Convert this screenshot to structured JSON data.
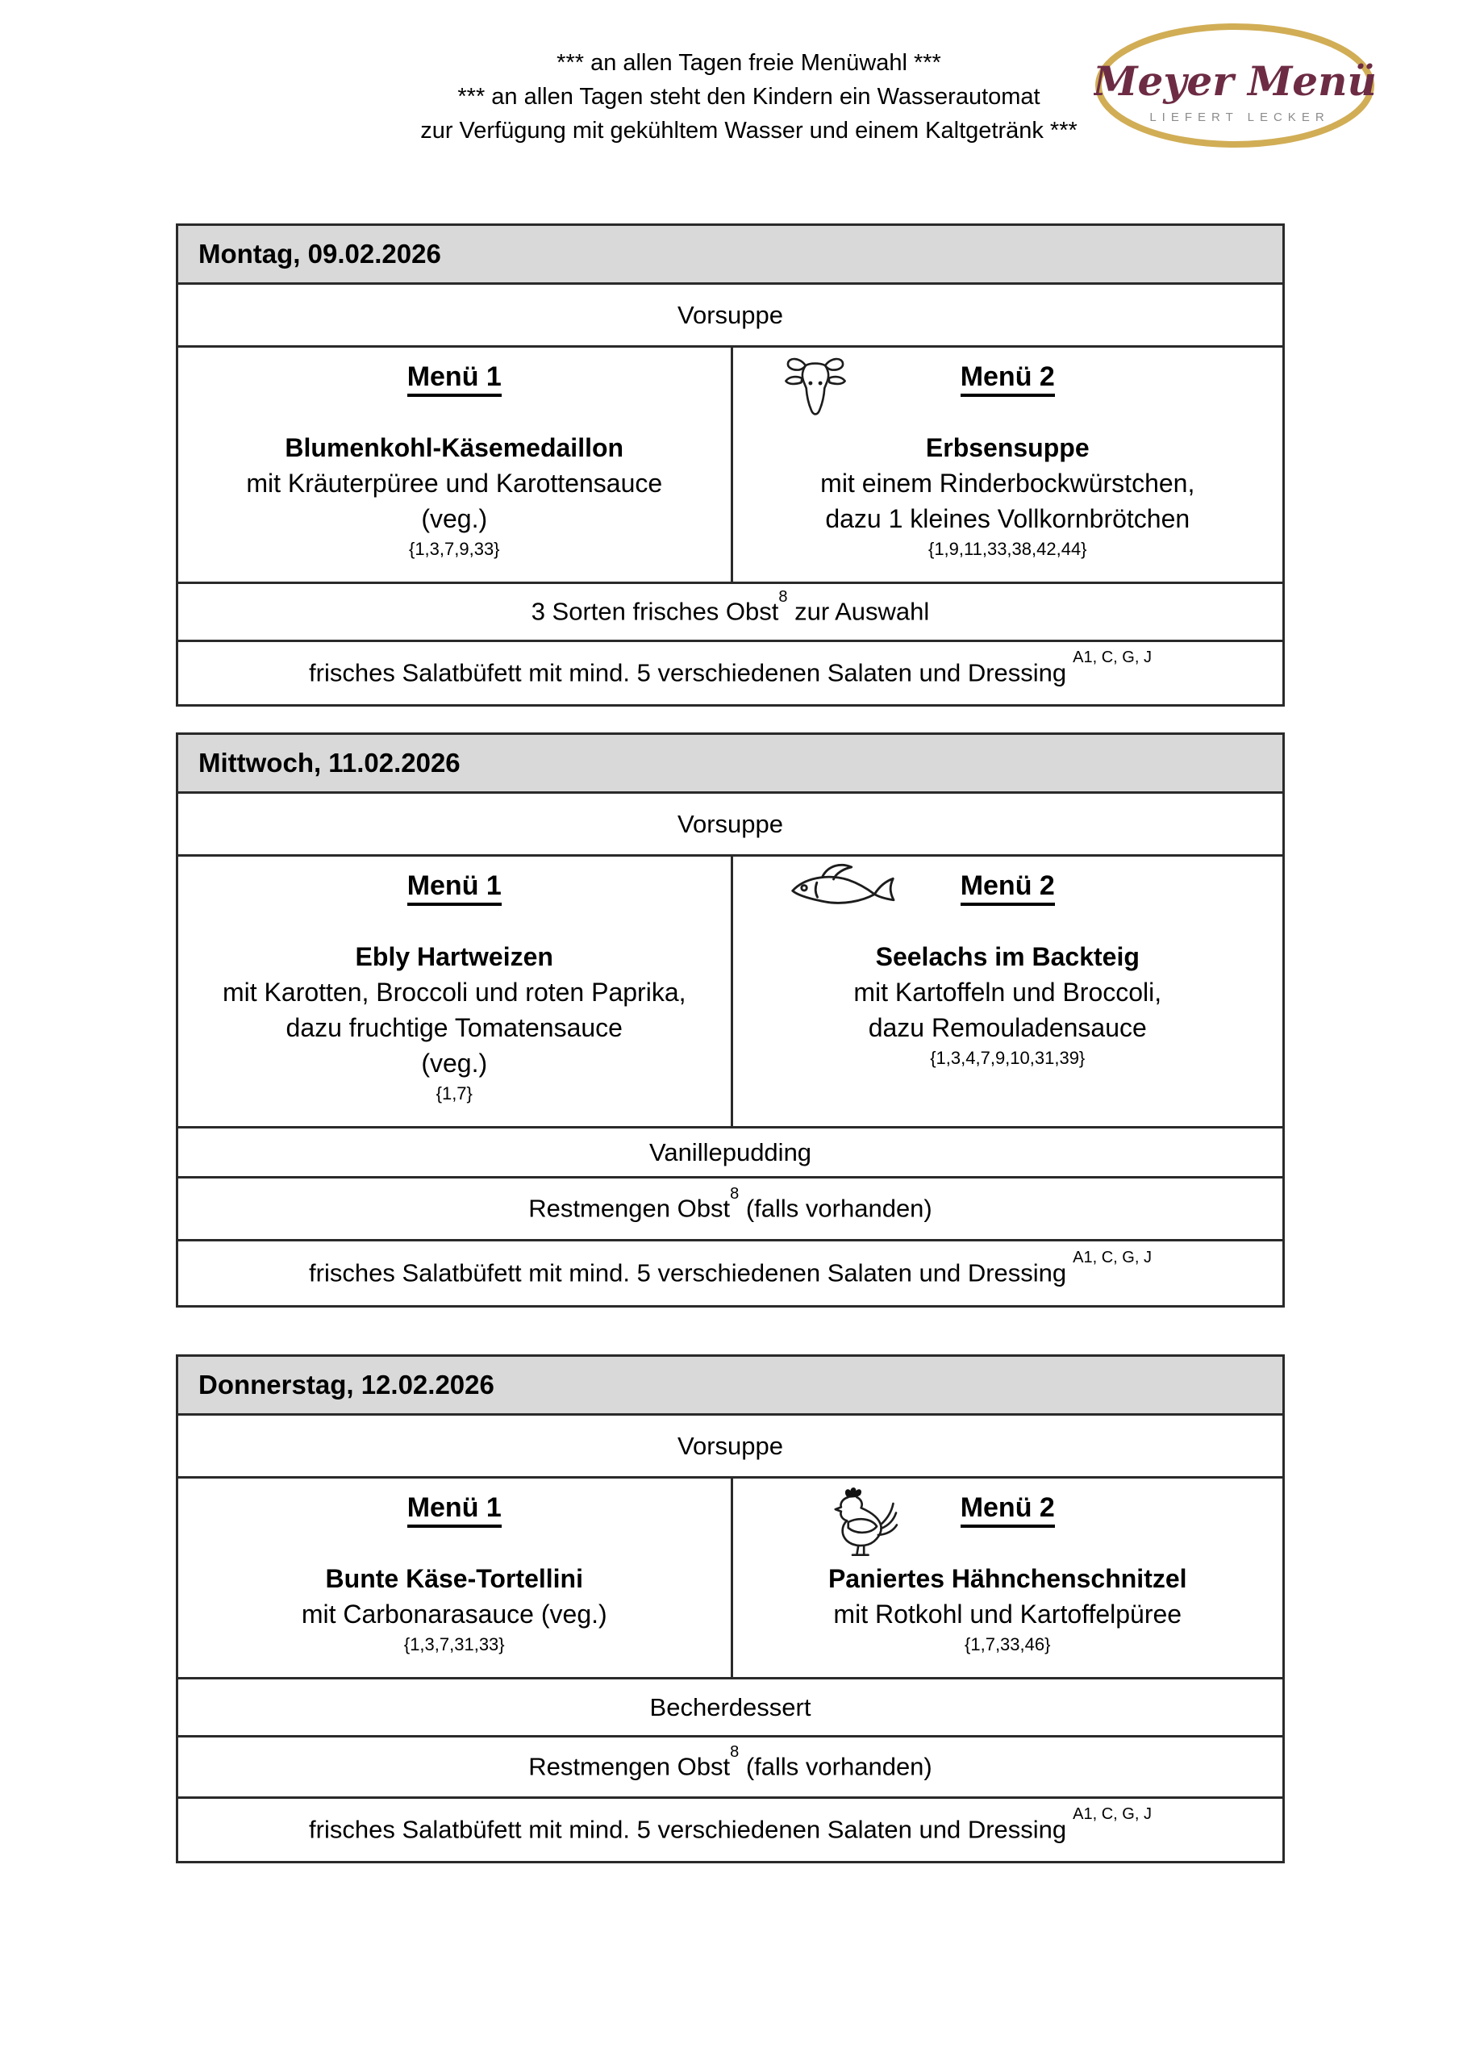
{
  "header": {
    "notice_lines": [
      "*** an allen Tagen freie Menüwahl ***",
      "*** an allen Tagen steht den Kindern ein Wasserautomat",
      "zur Verfügung mit gekühltem Wasser und einem Kaltgetränk ***"
    ],
    "logo": {
      "brand": "Meyer Menü",
      "tagline": "LIEFERT LECKER",
      "ellipse_color": "#d1ad55",
      "brand_color": "#6d2c44",
      "tagline_color": "#8c8c8c"
    }
  },
  "colors": {
    "day_header_bg": "#d9d9d9",
    "table_border": "#2a2a2a"
  },
  "days": [
    {
      "title": "Montag, 09.02.2026",
      "starter": "Vorsuppe",
      "menu1": {
        "label": "Menü 1",
        "dish": "Blumenkohl-Käsemedaillon",
        "line1": "mit Kräuterpüree und Karottensauce",
        "line2": "(veg.)",
        "allergens": "{1,3,7,9,33}"
      },
      "menu2": {
        "label": "Menü 2",
        "icon": "cow-icon",
        "dish": "Erbsensuppe",
        "line1": "mit einem Rinderbockwürstchen,",
        "line2": "dazu 1 kleines Vollkornbrötchen",
        "allergens": "{1,9,11,33,38,42,44}"
      },
      "fruit_row": {
        "pre": "3 Sorten frisches Obst",
        "sup": "8",
        "post": " zur Auswahl"
      },
      "salad_row": {
        "text": "frisches Salatbüfett mit mind. 5 verschiedenen Salaten und Dressing",
        "sup": "A1, C, G, J"
      }
    },
    {
      "title": "Mittwoch, 11.02.2026",
      "starter": "Vorsuppe",
      "menu1": {
        "label": "Menü 1",
        "dish": "Ebly Hartweizen",
        "line1": "mit Karotten, Broccoli und roten Paprika,",
        "line2": "dazu fruchtige Tomatensauce",
        "line3": "(veg.)",
        "allergens": "{1,7}"
      },
      "menu2": {
        "label": "Menü 2",
        "icon": "fish-icon",
        "dish": "Seelachs im Backteig",
        "line1": "mit Kartoffeln und Broccoli,",
        "line2": "dazu Remouladensauce",
        "allergens": "{1,3,4,7,9,10,31,39}"
      },
      "dessert_row": "Vanillepudding",
      "fruit_row": {
        "pre": "Restmengen Obst",
        "sup": "8",
        "post": " (falls vorhanden)"
      },
      "salad_row": {
        "text": "frisches Salatbüfett mit mind. 5 verschiedenen Salaten und Dressing",
        "sup": "A1, C, G, J"
      }
    },
    {
      "title": "Donnerstag, 12.02.2026",
      "starter": "Vorsuppe",
      "menu1": {
        "label": "Menü 1",
        "dish": "Bunte Käse-Tortellini",
        "line1": "mit Carbonarasauce (veg.)",
        "allergens": "{1,3,7,31,33}"
      },
      "menu2": {
        "label": "Menü 2",
        "icon": "chicken-icon",
        "dish": "Paniertes Hähnchenschnitzel",
        "line1": "mit Rotkohl und Kartoffelpüree",
        "allergens": "{1,7,33,46}"
      },
      "dessert_row": "Becherdessert",
      "fruit_row": {
        "pre": "Restmengen Obst",
        "sup": "8",
        "post": " (falls vorhanden)"
      },
      "salad_row": {
        "text": "frisches Salatbüfett mit mind. 5 verschiedenen Salaten und Dressing",
        "sup": "A1, C, G, J"
      }
    }
  ]
}
